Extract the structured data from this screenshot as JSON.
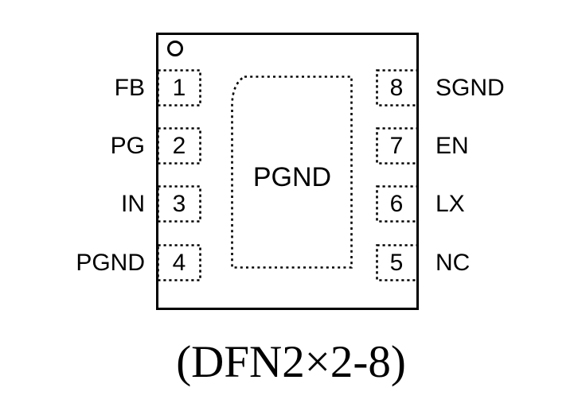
{
  "figure": {
    "caption": "(DFN2×2-8)",
    "pad_label": "PGND",
    "left_pins": [
      {
        "number": "1",
        "label": "FB"
      },
      {
        "number": "2",
        "label": "PG"
      },
      {
        "number": "3",
        "label": "IN"
      },
      {
        "number": "4",
        "label": "PGND"
      }
    ],
    "right_pins": [
      {
        "number": "8",
        "label": "SGND"
      },
      {
        "number": "7",
        "label": "EN"
      },
      {
        "number": "6",
        "label": "LX"
      },
      {
        "number": "5",
        "label": "NC"
      }
    ],
    "colors": {
      "line": "#000000",
      "background": "#ffffff"
    }
  }
}
